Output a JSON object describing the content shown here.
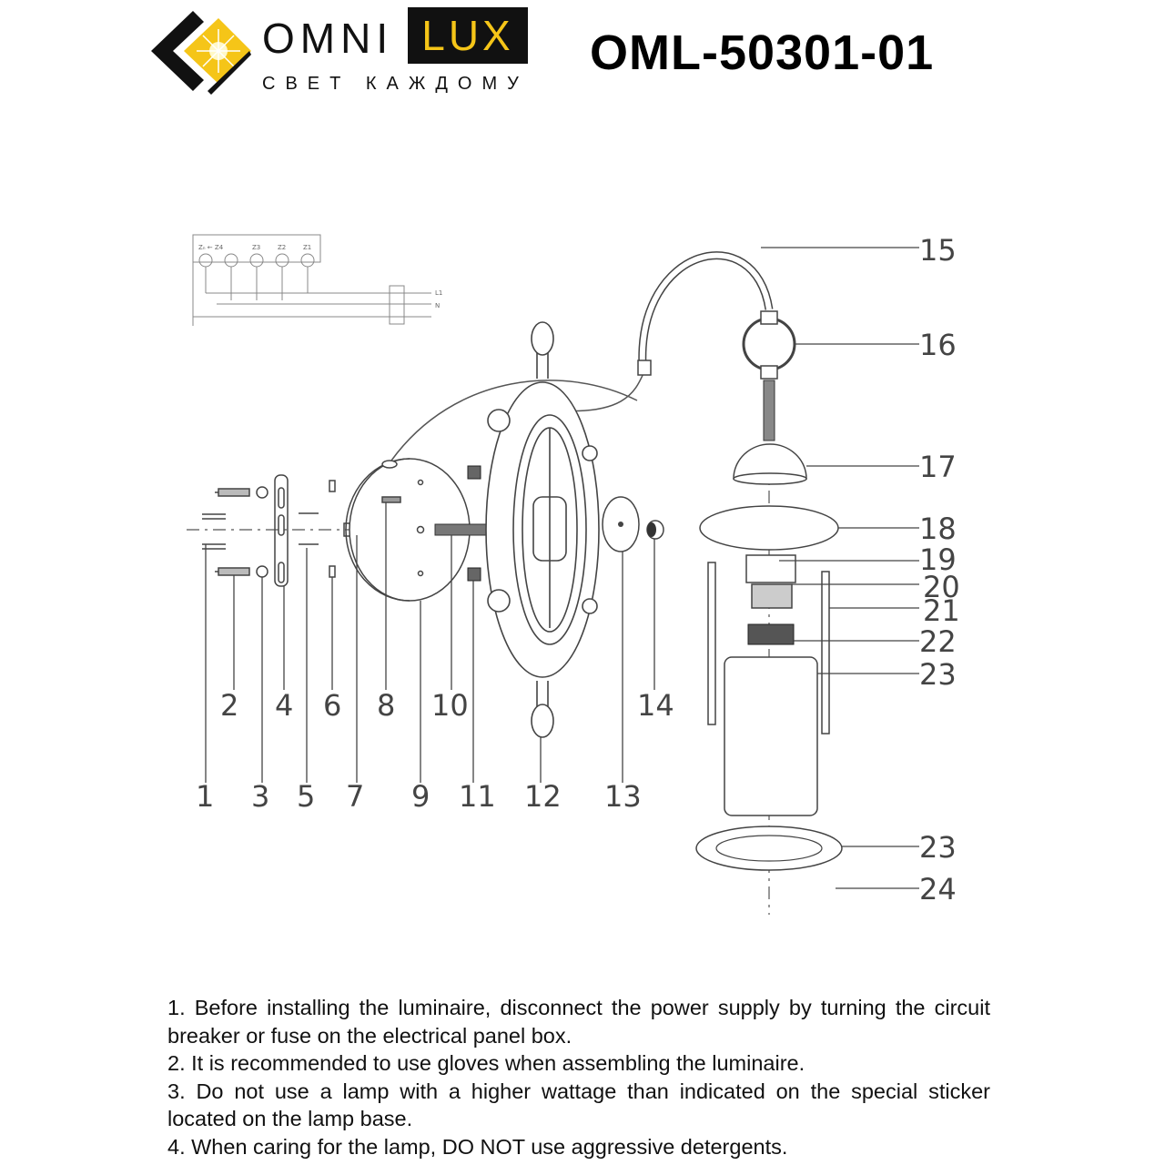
{
  "brand": {
    "name_left": "OMNI",
    "name_right": "LUX",
    "tagline": "СВЕТ КАЖДОМУ",
    "accent_color": "#f5c518",
    "logo_icon": "diamond-sun-logo-icon"
  },
  "model": "OML-50301-01",
  "diagram": {
    "wiring_labels": {
      "terminals": [
        "Zₙ ← Z4",
        "Z3",
        "Z2",
        "Z1"
      ],
      "lines": [
        "L1",
        "N"
      ]
    },
    "callouts_bottom": [
      "1",
      "2",
      "3",
      "4",
      "5",
      "6",
      "7",
      "8",
      "9",
      "10",
      "11",
      "12",
      "13",
      "14"
    ],
    "callouts_right": [
      "15",
      "16",
      "17",
      "18",
      "19",
      "20",
      "21",
      "22",
      "23",
      "23",
      "24"
    ]
  },
  "instructions": [
    "1. Before installing the luminaire, disconnect the power supply by turning the circuit breaker or fuse on the electrical panel box.",
    "2. It is recommended to use gloves when assembling the luminaire.",
    "3. Do not use a lamp with a higher wattage than indicated on the special sticker located on the lamp base.",
    "4. When caring for the lamp, DO NOT use aggressive detergents."
  ]
}
